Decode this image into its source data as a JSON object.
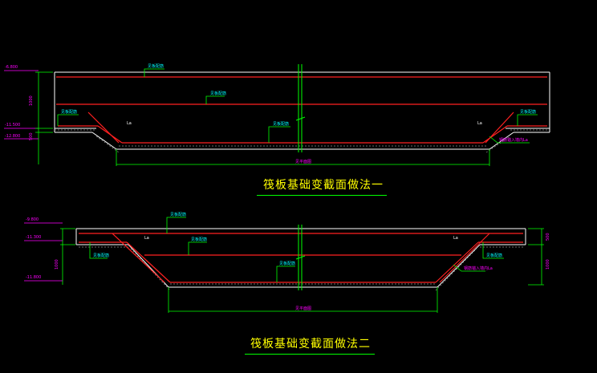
{
  "canvas": {
    "background": "#000000"
  },
  "colors": {
    "wall": "#ffffff",
    "rebar": "#ff2020",
    "dim": "#ff00ff",
    "leader": "#00ff00",
    "note": "#00ffff",
    "title": "#ffff00",
    "axis": "#00ff00",
    "hatch": "#a0a0a0"
  },
  "section1": {
    "title": "筏板基础变截面做法一",
    "elev_top": "-6.800",
    "elev_mid": "-11.500",
    "elev_bot": "-12.800",
    "dim_left_1": "1000",
    "dim_left_2": "500",
    "note_top": "见板配筋",
    "note_mid": "见板配筋",
    "note_left": "见板配筋",
    "note_right": "见板配筋",
    "note_center": "见板配筋",
    "note_corner": "钢筋锚入墙内La",
    "label_la": "La",
    "label_la2": "La",
    "dim_bottom": "见平面图"
  },
  "section2": {
    "title": "筏板基础变截面做法二",
    "elev_top": "-9.800",
    "elev_mid": "-11.300",
    "elev_bot": "-11.800",
    "dim_left_1": "1000",
    "dim_right_1": "500",
    "dim_right_2": "1000",
    "note_top": "见板配筋",
    "note_mid": "见板配筋",
    "note_left": "见板配筋",
    "note_right": "见板配筋",
    "note_center": "见板配筋",
    "note_corner": "钢筋锚入墙内La",
    "label_la": "La",
    "label_la2": "La",
    "dim_bottom": "见平面图"
  }
}
